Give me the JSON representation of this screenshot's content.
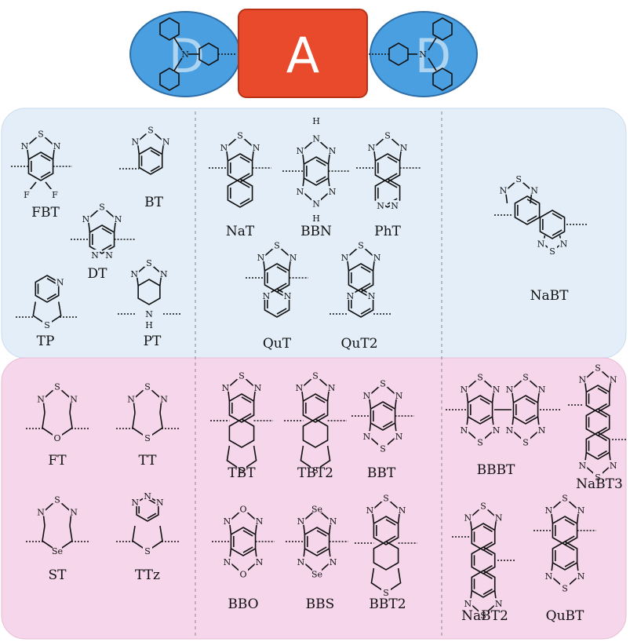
{
  "header": {
    "donor_left": "D",
    "acceptor": "A",
    "donor_right": "D",
    "donor_color": "#4a9fe0",
    "acceptor_color": "#e84a2b"
  },
  "panels": {
    "blue_color": "#e3eef8",
    "pink_color": "#f6d6ea"
  },
  "blue_panel": {
    "col1": [
      {
        "id": "FBT",
        "label": "FBT"
      },
      {
        "id": "BT",
        "label": "BT"
      },
      {
        "id": "DT",
        "label": "DT"
      },
      {
        "id": "TP",
        "label": "TP"
      },
      {
        "id": "PT",
        "label": "PT"
      }
    ],
    "col2": [
      {
        "id": "NaT",
        "label": "NaT"
      },
      {
        "id": "BBN",
        "label": "BBN"
      },
      {
        "id": "PhT",
        "label": "PhT"
      },
      {
        "id": "QuT",
        "label": "QuT"
      },
      {
        "id": "QuT2",
        "label": "QuT2"
      }
    ],
    "col3": [
      {
        "id": "NaBT",
        "label": "NaBT"
      }
    ]
  },
  "pink_panel": {
    "col1": [
      {
        "id": "FT",
        "label": "FT"
      },
      {
        "id": "TT",
        "label": "TT"
      },
      {
        "id": "ST",
        "label": "ST"
      },
      {
        "id": "TTz",
        "label": "TTz"
      }
    ],
    "col2": [
      {
        "id": "TBT",
        "label": "TBT"
      },
      {
        "id": "TBT2",
        "label": "TBT2"
      },
      {
        "id": "BBT",
        "label": "BBT"
      },
      {
        "id": "BBO",
        "label": "BBO"
      },
      {
        "id": "BBS",
        "label": "BBS"
      },
      {
        "id": "BBT2",
        "label": "BBT2"
      }
    ],
    "col3": [
      {
        "id": "BBBT",
        "label": "BBBT"
      },
      {
        "id": "NaBT3",
        "label": "NaBT3"
      },
      {
        "id": "NaBT2",
        "label": "NaBT2"
      },
      {
        "id": "QuBT",
        "label": "QuBT"
      }
    ]
  },
  "atoms": {
    "S": "S",
    "N": "N",
    "O": "O",
    "Se": "Se",
    "F": "F",
    "H": "H"
  }
}
